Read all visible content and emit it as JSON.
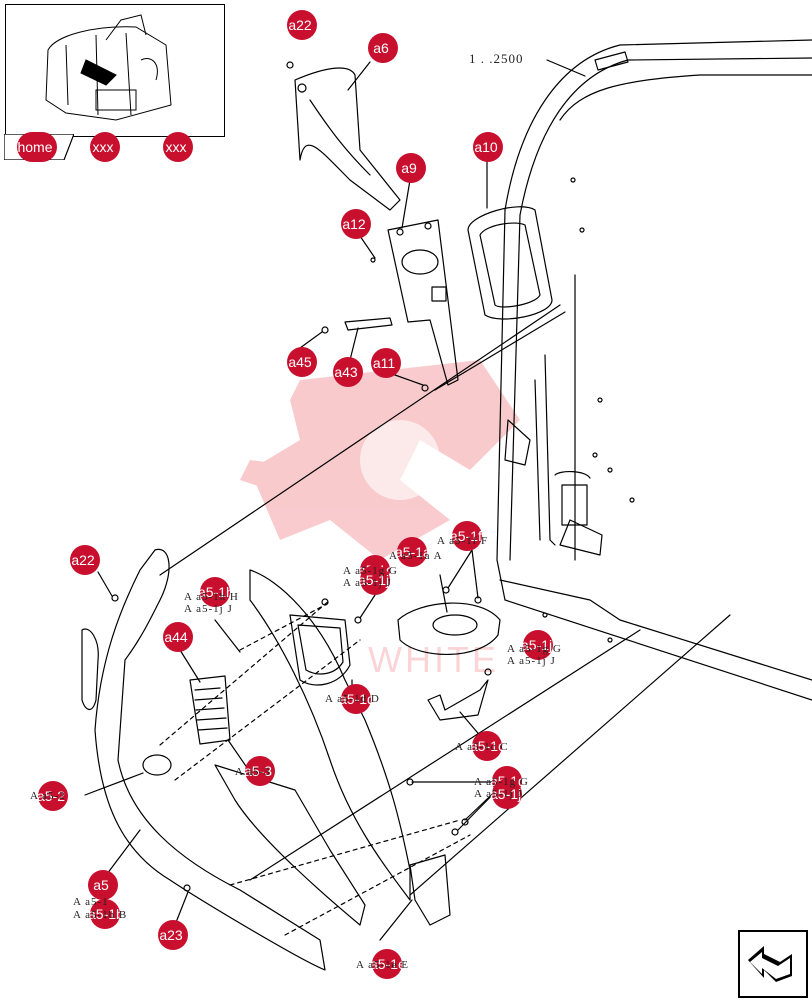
{
  "inset": {
    "home_label": "home",
    "links": [
      "xxx",
      "xxx"
    ]
  },
  "top_ref": "1 . .2500",
  "watermark": "WHITE",
  "callouts": {
    "a22_top": "a22",
    "a6": "a6",
    "a9": "a9",
    "a10": "a10",
    "a12": "a12",
    "a45": "a45",
    "a43": "a43",
    "a11": "a11",
    "a22_left": "a22",
    "a5_1h": "a5-1h",
    "a44": "a44",
    "a5_1a": "a5-1a",
    "a5_1f": "a5-1f",
    "a5_1j_top": "a5-1j",
    "a5_1g_small": "a5-1g",
    "a5_1j_right": "a5-1j",
    "a5_1d": "a5-1d",
    "a5_3": "a5-3",
    "a5_1c": "a5-1c",
    "a5_2": "a5-2",
    "a5_1g_bottom": "a5-1g",
    "a5_1j_bottom": "a5-1j",
    "a5": "a5",
    "a5_1b": "a5-1b",
    "a23": "a23",
    "a5_1e": "a5-1e"
  },
  "refs": {
    "r_5_1a": "A  a5-1a  A",
    "r_5_1f": "A  a5-1f F",
    "r_5_1g_top": "A  a5-1g G",
    "r_5_1j_top": "A  a5-1j  J",
    "r_5_1h": "A  a5-1h  H",
    "r_5_1j_left": "A  a5-1j  J",
    "r_5_1g_right": "A  a5-1g G",
    "r_5_1j_right": "A  a5-1j  J",
    "r_5_1d": "A  a5-1d D",
    "r_5_1c": "A  a5-1c C",
    "r_5_3": "A  a5-3",
    "r_5_2": "A  a5-2",
    "r_5_1g_bottom": "A  a5-1g G",
    "r_5_1j_bottom": "A  a5-1j  J",
    "r_5_1a_bottom": "A  a5-1",
    "r_5_1b": "A  a5-1b B",
    "r_5_1e": "A  a5-1e E"
  },
  "colors": {
    "callout": "#c8102e",
    "watermark": "#e8303a",
    "line": "#000000"
  },
  "icons": {
    "nav": "navigate-back-icon"
  }
}
